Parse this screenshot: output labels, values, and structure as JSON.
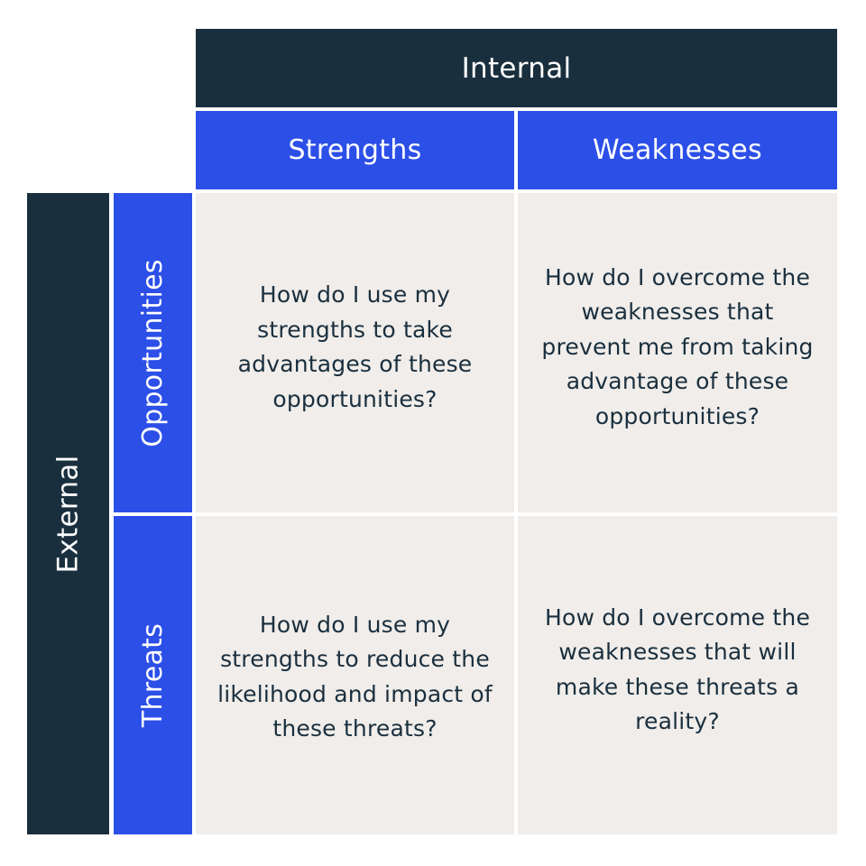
{
  "header": {
    "internal": "Internal",
    "strengths": "Strengths",
    "weaknesses": "Weaknesses"
  },
  "side": {
    "external": "External",
    "opportunities": "Opportunities",
    "threats": "Threats"
  },
  "cells": {
    "strengths_opportunities": "How do I use my strengths to take advantages of these opportunities?",
    "weaknesses_opportunities": "How do I overcome the weaknesses that prevent me from taking advantage of these opportunities?",
    "strengths_threats": "How do I use my strengths to reduce the likelihood and impact of these threats?",
    "weaknesses_threats": "How do I overcome the weaknesses that will make these threats a reality?"
  },
  "colors": {
    "dark_navy": "#1a2f3e",
    "accent_blue": "#2c4fe8",
    "cell_background": "#f0edea"
  }
}
